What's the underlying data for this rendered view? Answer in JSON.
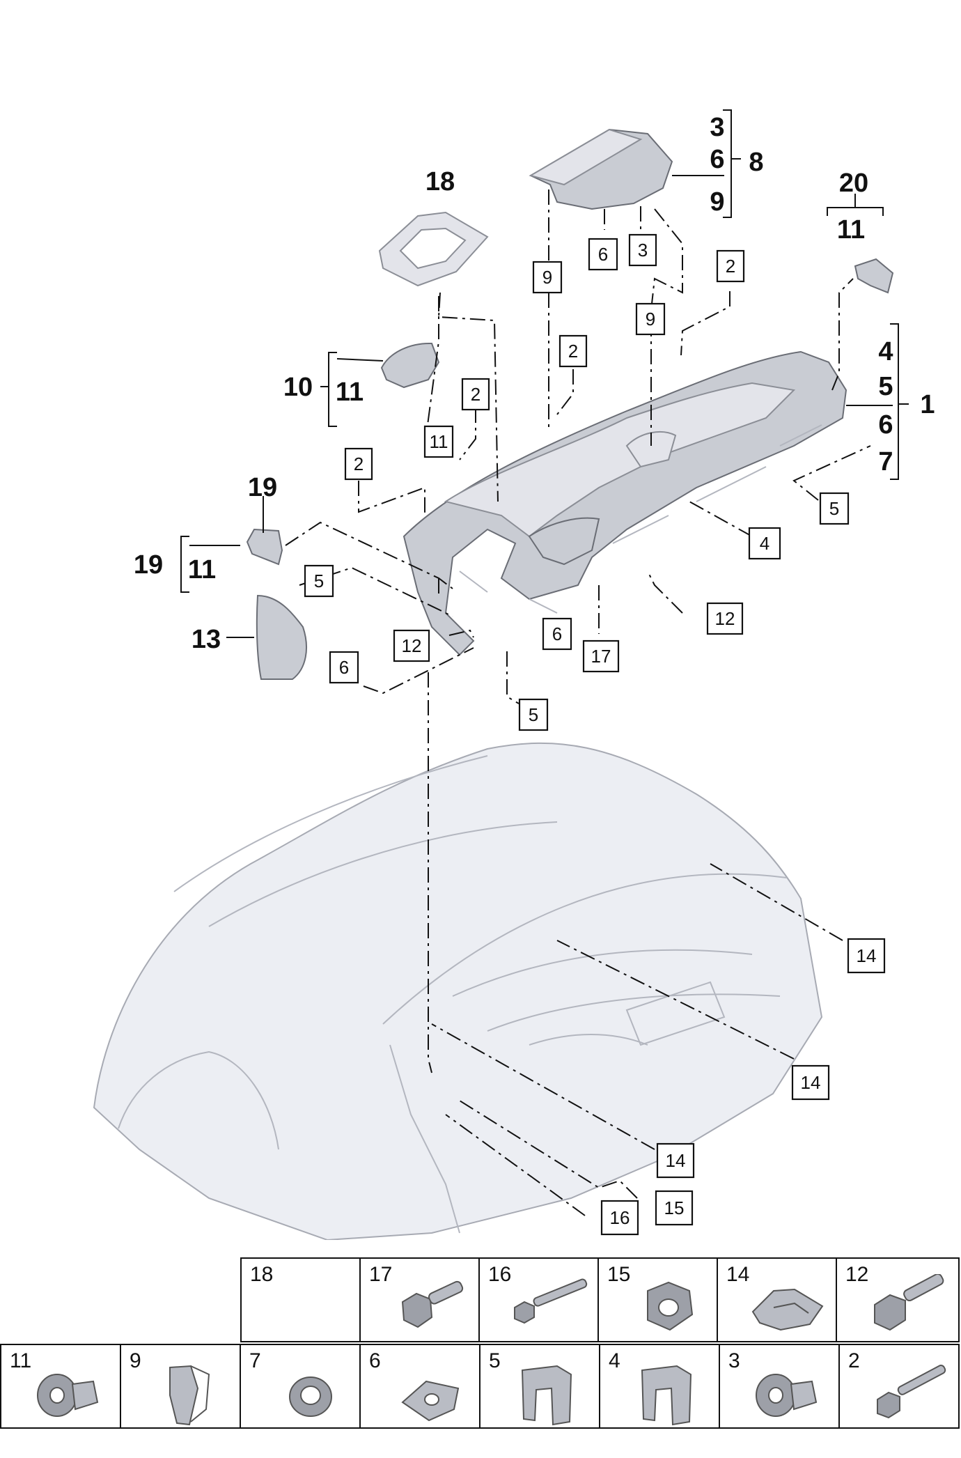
{
  "callouts": {
    "c2a": "2",
    "c2b": "2",
    "c2c": "2",
    "c2d": "2",
    "c3": "3",
    "c4": "4",
    "c5a": "5",
    "c5b": "5",
    "c5c": "5",
    "c6a": "6",
    "c6b": "6",
    "c6c": "6",
    "c9a": "9",
    "c9b": "9",
    "c11": "11",
    "c12a": "12",
    "c12b": "12",
    "c14a": "14",
    "c14b": "14",
    "c14c": "14",
    "c15": "15",
    "c16": "16",
    "c17": "17"
  },
  "labels": {
    "n18": "18",
    "n20": "20",
    "n20_11": "11",
    "group8_3": "3",
    "group8_6": "6",
    "group8_9": "9",
    "group8": "8",
    "group1_4": "4",
    "group1_5": "5",
    "group1_6": "6",
    "group1_7": "7",
    "group1": "1",
    "n10": "10",
    "n10_11": "11",
    "n19_top": "19",
    "n19": "19",
    "n19_11": "11",
    "n13": "13"
  },
  "parts_table": {
    "top_row": [
      "18",
      "17",
      "16",
      "15",
      "14",
      "12"
    ],
    "bottom_row": [
      "11",
      "9",
      "7",
      "6",
      "5",
      "4",
      "3",
      "2"
    ]
  },
  "colors": {
    "part": "#c9ccd3",
    "body": "#eceef3",
    "line": "#111111"
  }
}
